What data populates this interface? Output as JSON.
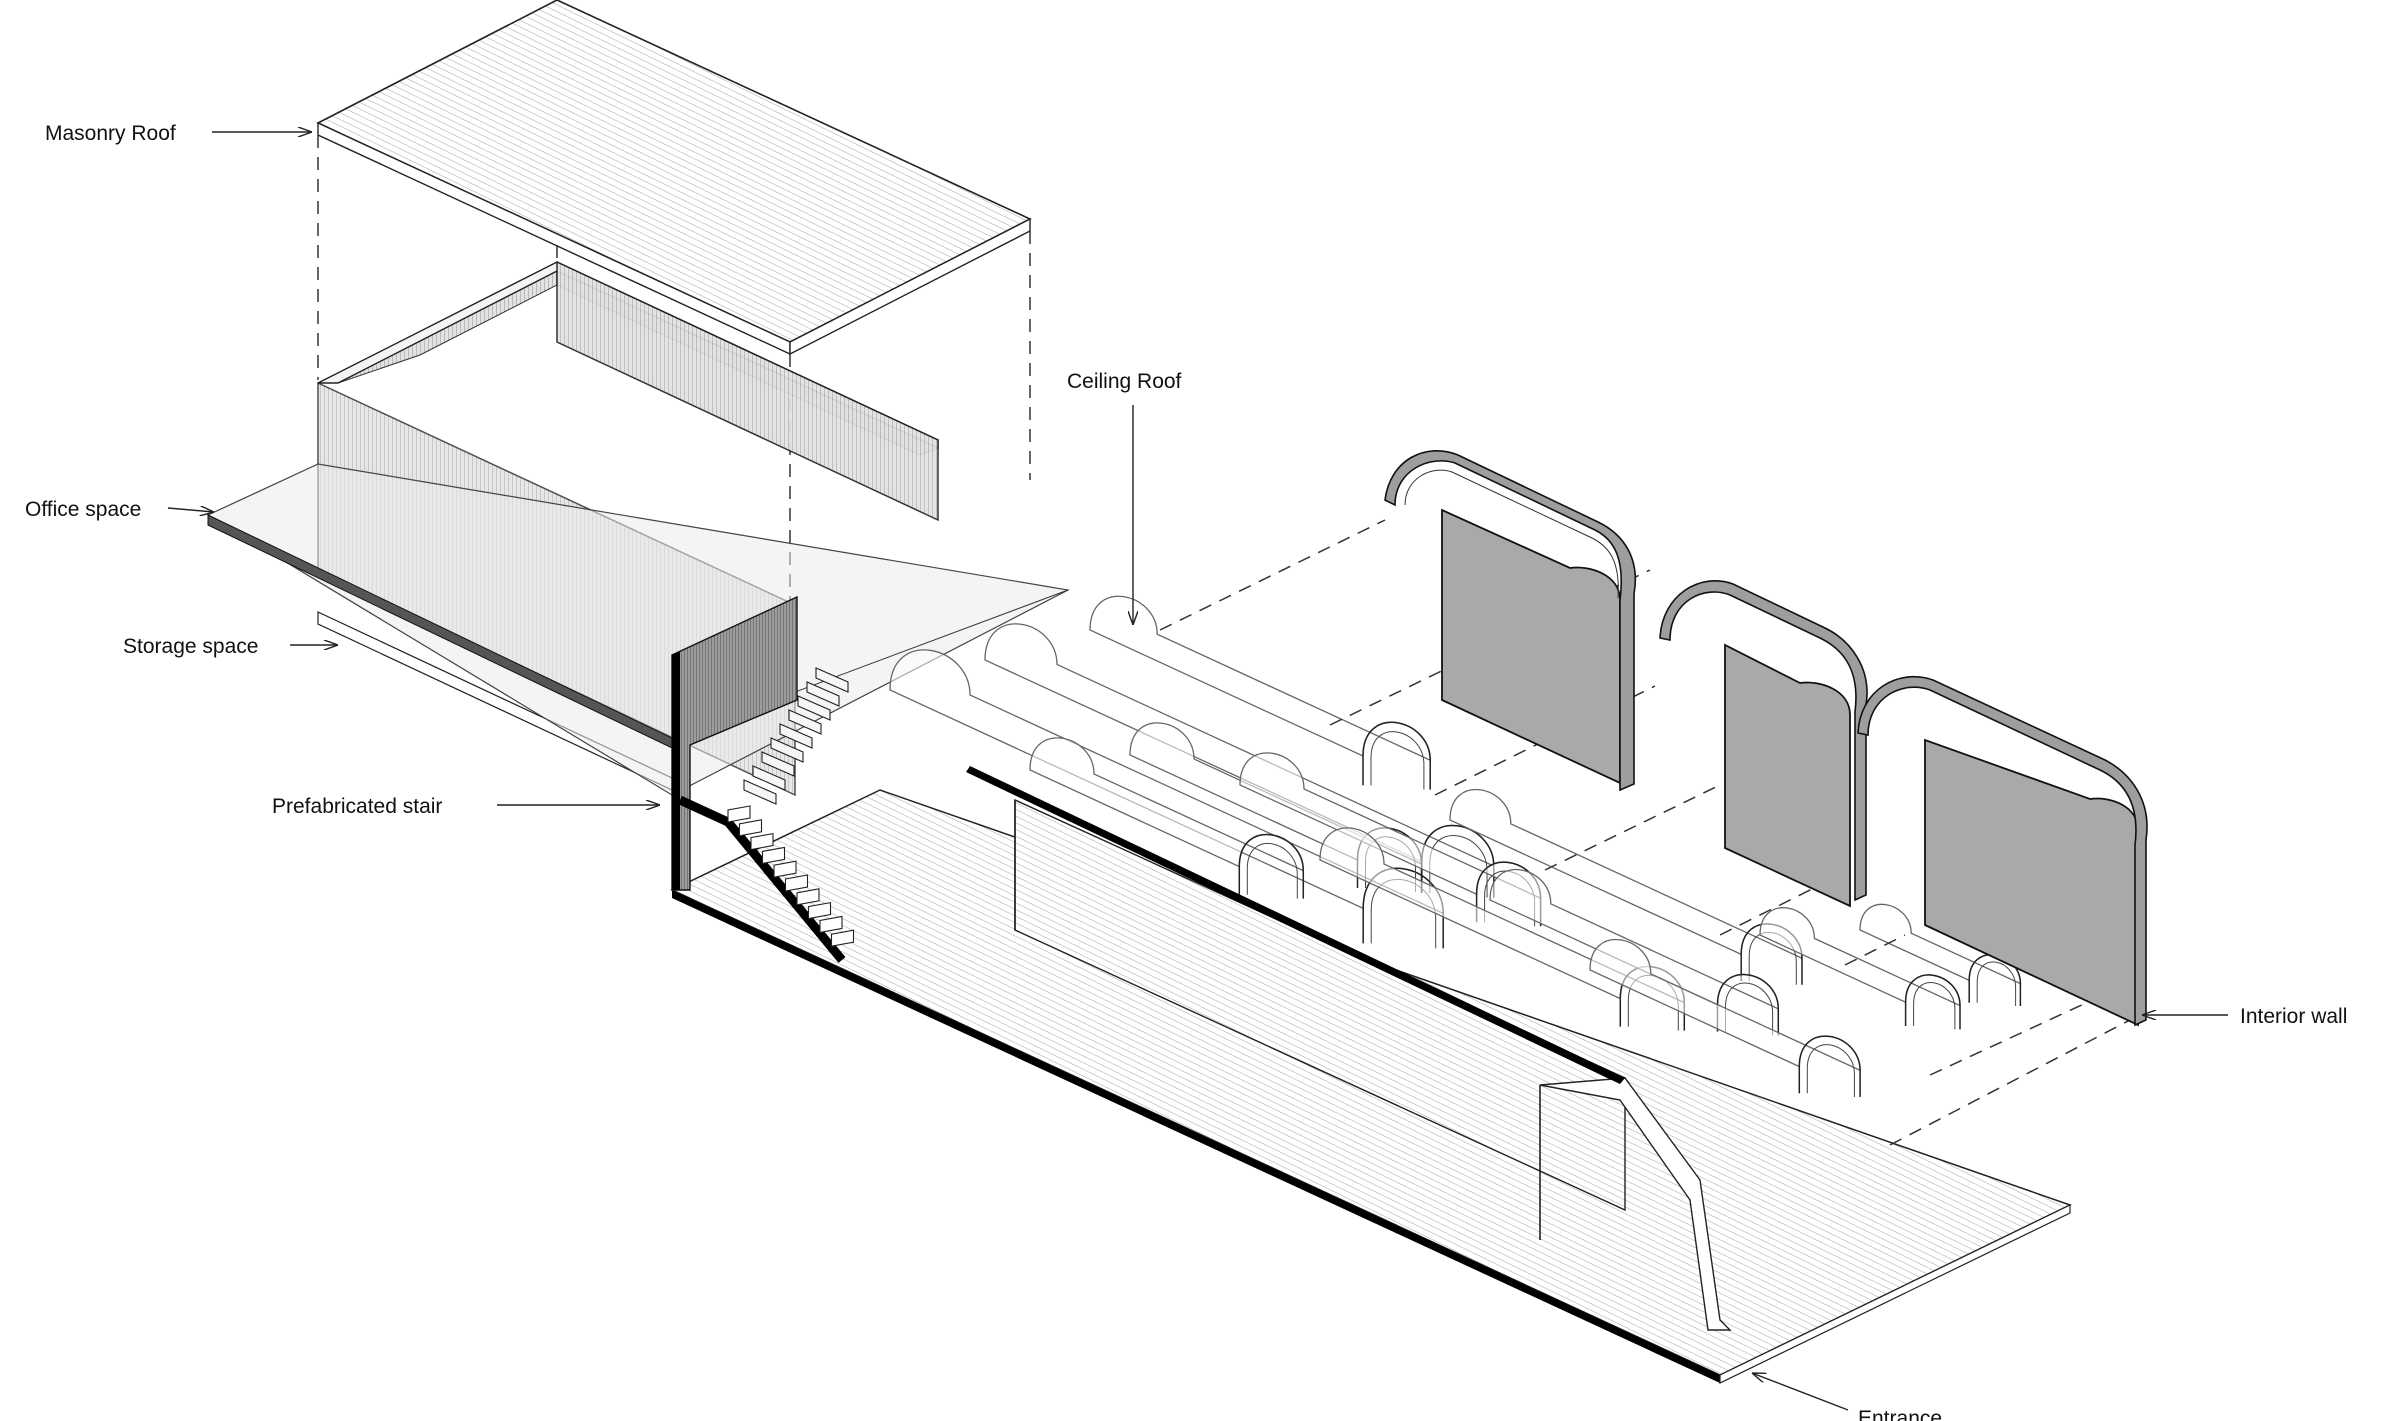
{
  "labels": {
    "masonry_roof": "Masonry Roof",
    "office_space": "Office space",
    "storage_space": "Storage space",
    "prefabricated_stair": "Prefabricated stair",
    "ceiling_roof": "Ceiling Roof",
    "interior_wall": "Interior wall",
    "entrance": "Entrance"
  }
}
